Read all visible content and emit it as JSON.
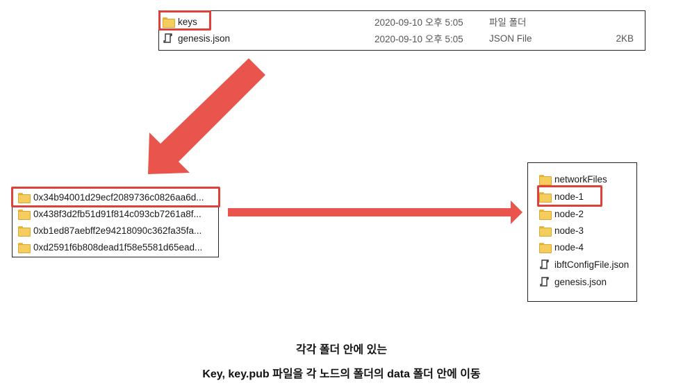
{
  "top_panel": {
    "rows": [
      {
        "name": "keys",
        "date": "2020-09-10 오후 5:05",
        "type": "파일 폴더",
        "size": "",
        "icon": "folder-icon"
      },
      {
        "name": "genesis.json",
        "date": "2020-09-10 오후 5:05",
        "type": "JSON File",
        "size": "2KB",
        "icon": "json-file-icon"
      }
    ]
  },
  "left_panel": {
    "rows": [
      {
        "name": "0x34b94001d29ecf2089736c0826aa6d..."
      },
      {
        "name": "0x438f3d2fb51d91f814c093cb7261a8f..."
      },
      {
        "name": "0xb1ed87aebff2e94218090c362fa35fa..."
      },
      {
        "name": "0xd2591f6b808dead1f58e5581d65ead..."
      }
    ]
  },
  "right_panel": {
    "rows": [
      {
        "name": "networkFiles",
        "icon": "folder-icon"
      },
      {
        "name": "node-1",
        "icon": "folder-icon"
      },
      {
        "name": "node-2",
        "icon": "folder-icon"
      },
      {
        "name": "node-3",
        "icon": "folder-icon"
      },
      {
        "name": "node-4",
        "icon": "folder-icon"
      },
      {
        "name": "ibftConfigFile.json",
        "icon": "json-file-icon"
      },
      {
        "name": "genesis.json",
        "icon": "json-file-icon"
      }
    ]
  },
  "caption": {
    "line1": "각각 폴더 안에 있는",
    "line2": "Key, key.pub 파일을 각 노드의 폴더의 data 폴더 안에 이동"
  },
  "colors": {
    "highlight": "#e0403a",
    "arrow": "#e9554d"
  }
}
